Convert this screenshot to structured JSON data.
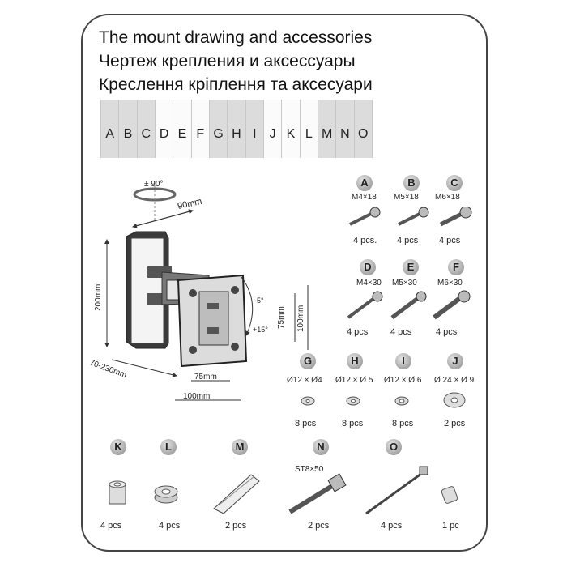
{
  "titles": {
    "en": "The mount drawing and accessories",
    "ru": "Чертеж крепления и аксессуары",
    "uk": "Креслення кріплення та аксесуари"
  },
  "letters": [
    "A",
    "B",
    "C",
    "D",
    "E",
    "F",
    "G",
    "H",
    "I",
    "J",
    "K",
    "L",
    "M",
    "N",
    "O"
  ],
  "drawing": {
    "rotation": "± 90°",
    "depth": "90mm",
    "height_left": "200mm",
    "extension": "70-230mm",
    "tilt_down": "-5°",
    "tilt_up": "+15°",
    "vesa_v_small": "75mm",
    "vesa_v_large": "100mm",
    "vesa_h_small": "75mm",
    "vesa_h_large": "100mm"
  },
  "parts": [
    {
      "letter": "A",
      "spec": "M4×18",
      "qty": "4 pcs."
    },
    {
      "letter": "B",
      "spec": "M5×18",
      "qty": "4 pcs"
    },
    {
      "letter": "C",
      "spec": "M6×18",
      "qty": "4 pcs"
    },
    {
      "letter": "D",
      "spec": "M4×30",
      "qty": "4 pcs"
    },
    {
      "letter": "E",
      "spec": "M5×30",
      "qty": "4 pcs"
    },
    {
      "letter": "F",
      "spec": "M6×30",
      "qty": "4 pcs"
    },
    {
      "letter": "G",
      "spec": "Ø12 × Ø4",
      "qty": "8 pcs"
    },
    {
      "letter": "H",
      "spec": "Ø12 × Ø 5",
      "qty": "8 pcs"
    },
    {
      "letter": "I",
      "spec": "Ø12 × Ø 6",
      "qty": "8 pcs"
    },
    {
      "letter": "J",
      "spec": "Ø 24 × Ø 9",
      "qty": "2 pcs"
    },
    {
      "letter": "K",
      "spec": "",
      "qty": "4 pcs"
    },
    {
      "letter": "L",
      "spec": "",
      "qty": "4 pcs"
    },
    {
      "letter": "M",
      "spec": "",
      "qty": "2 pcs"
    },
    {
      "letter": "N",
      "spec": "ST8×50",
      "qty": "2 pcs"
    },
    {
      "letter": "O",
      "spec": "",
      "qty": "4 pcs"
    },
    {
      "letter": "",
      "spec": "",
      "qty": "1 pc"
    }
  ]
}
